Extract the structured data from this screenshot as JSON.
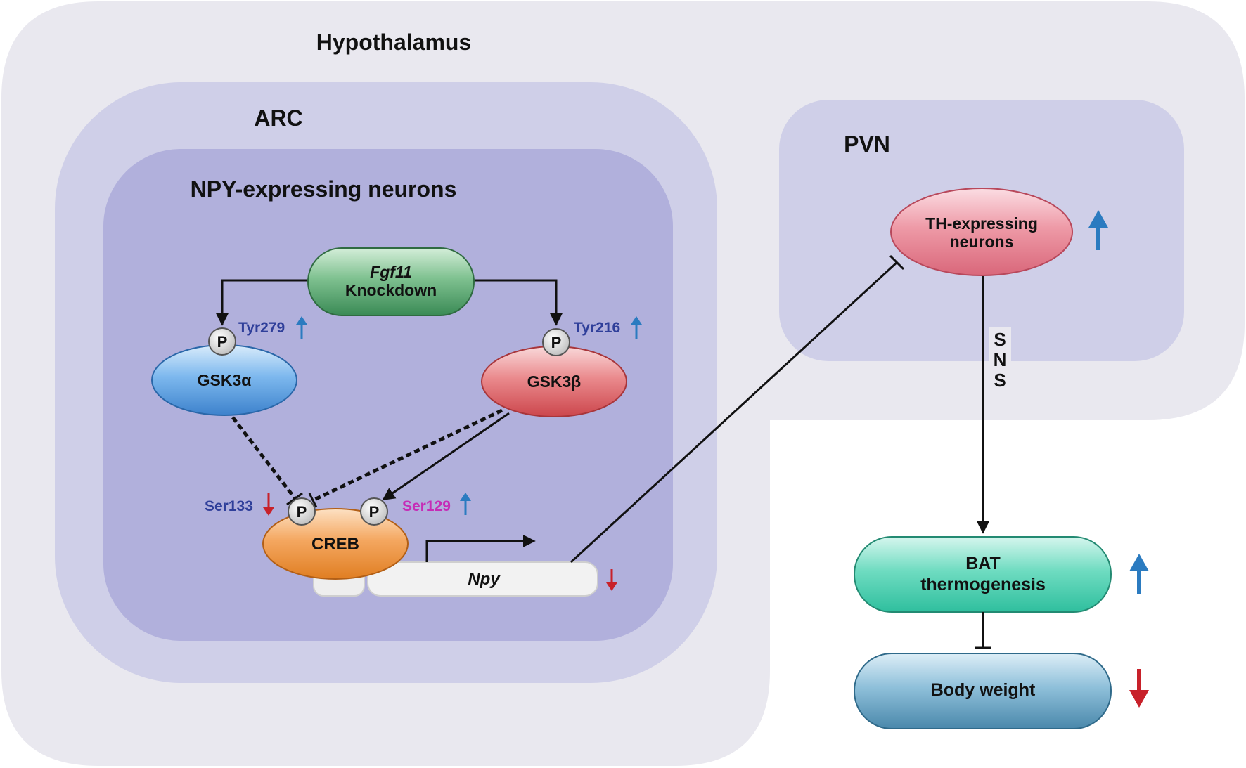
{
  "regions": {
    "hypothalamus": "Hypothalamus",
    "arc": "ARC",
    "npy_neurons": "NPY-expressing neurons",
    "pvn": "PVN"
  },
  "nodes": {
    "fgf11_line1": "Fgf11",
    "fgf11_line2": "Knockdown",
    "gsk3a": "GSK3α",
    "gsk3b": "GSK3β",
    "creb": "CREB",
    "npy_gene": "Npy",
    "th_line1": "TH-expressing",
    "th_line2": "neurons",
    "bat_line1": "BAT",
    "bat_line2": "thermogenesis",
    "body_weight": "Body weight"
  },
  "phospho": {
    "p": "P",
    "tyr279": "Tyr279",
    "tyr216": "Tyr216",
    "ser133": "Ser133",
    "ser129": "Ser129"
  },
  "sns": [
    "S",
    "N",
    "S"
  ],
  "colors": {
    "up_arrow": "#2b7bc0",
    "down_arrow": "#c8212a",
    "hypothalamus_bg": "#e9e8ef",
    "arc_bg": "#cfcfe8",
    "npy_bg": "#b1b0dc",
    "pvn_bg": "#cfcfe8",
    "fgf11": "#3f8e58",
    "gsk3a": "#3f86cf",
    "gsk3b": "#cf4a4f",
    "creb": "#e98a2a",
    "th": "#dd6b7c",
    "bat": "#36c4a5",
    "body_weight": "#4f8fb2"
  },
  "changes": {
    "tyr279": "up",
    "tyr216": "up",
    "ser133": "down",
    "ser129": "up",
    "npy": "down",
    "th_neurons": "up",
    "bat_thermogenesis": "up",
    "body_weight": "down"
  }
}
